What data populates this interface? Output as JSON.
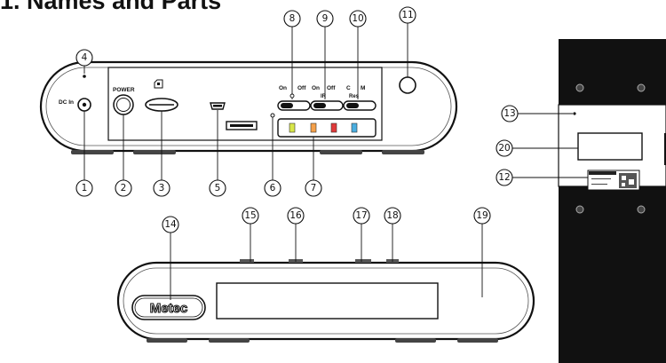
{
  "title": "1. Names and Parts",
  "labels": {
    "dc_in": "DC In",
    "power": "POWER",
    "on": "On",
    "off": "Off",
    "sw8": "IR",
    "sw10": "Res",
    "c": "C",
    "m": "M",
    "logo": "Metec"
  },
  "callouts": [
    "1",
    "2",
    "3",
    "4",
    "5",
    "6",
    "7",
    "8",
    "9",
    "10",
    "11",
    "12",
    "13",
    "14",
    "15",
    "16",
    "17",
    "18",
    "19",
    "20"
  ],
  "colors": {
    "led1": "#d8e64a",
    "led2": "#f5a04a",
    "led3": "#e03a3a",
    "led4": "#4aaee0"
  }
}
